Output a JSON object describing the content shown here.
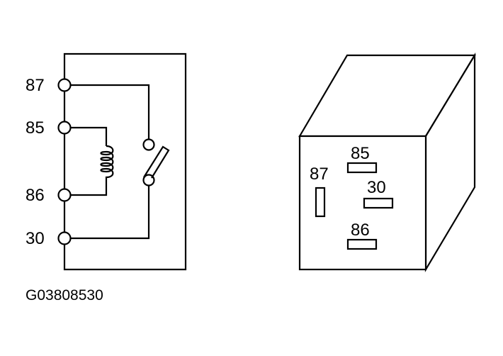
{
  "schematic": {
    "terminals": [
      "87",
      "85",
      "86",
      "30"
    ]
  },
  "connector": {
    "pins": {
      "p87": "87",
      "p85": "85",
      "p30": "30",
      "p86": "86"
    }
  },
  "figure_id": "G03808530"
}
